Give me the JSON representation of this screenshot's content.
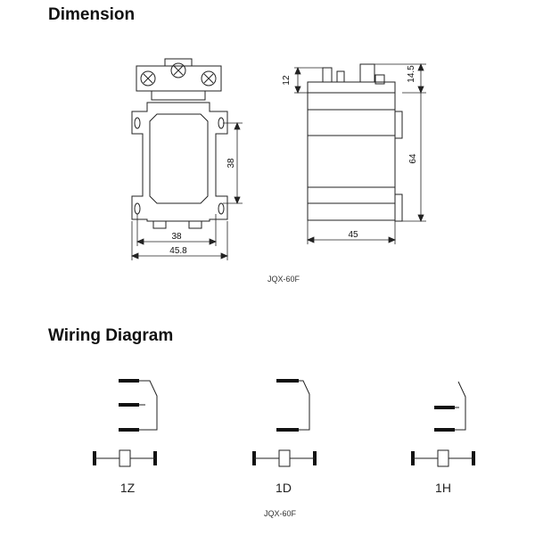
{
  "sections": {
    "dimension": {
      "title": "Dimension",
      "model": "JQX-60F",
      "front_view": {
        "height_label": "38",
        "inner_width_label": "38",
        "outer_width_label": "45.8"
      },
      "side_view": {
        "terminal_label": "12",
        "top_label": "14.5",
        "height_label": "64",
        "depth_label": "45"
      }
    },
    "wiring": {
      "title": "Wiring Diagram",
      "model": "JQX-60F",
      "variants": [
        {
          "code": "1Z"
        },
        {
          "code": "1D"
        },
        {
          "code": "1H"
        }
      ]
    }
  },
  "colors": {
    "line": "#222222",
    "contact": "#111111"
  }
}
